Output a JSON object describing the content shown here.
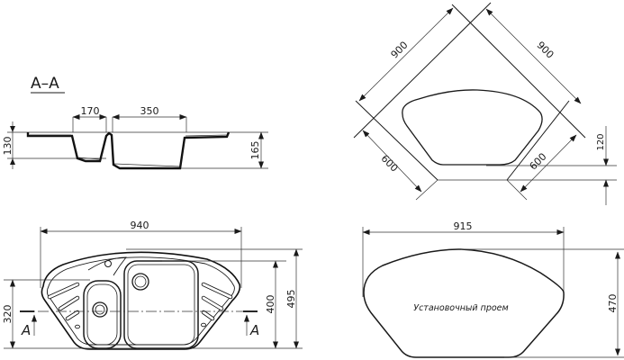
{
  "section": {
    "title": "A–A",
    "dims": {
      "bowl_small_width": "170",
      "bowl_large_width": "350",
      "depth_small": "130",
      "depth_large": "165"
    }
  },
  "plan": {
    "dims": {
      "width": "940",
      "depth": "495",
      "large_bowl": "400",
      "small_bowl": "320"
    },
    "section_mark_left": "A",
    "section_mark_right": "A"
  },
  "corner": {
    "dims": {
      "side_left": "900",
      "side_right": "900",
      "cabinet_left": "600",
      "cabinet_right": "600",
      "offset": "120"
    }
  },
  "cutout": {
    "label": "Установочный проем",
    "dims": {
      "width": "915",
      "depth": "470"
    }
  }
}
